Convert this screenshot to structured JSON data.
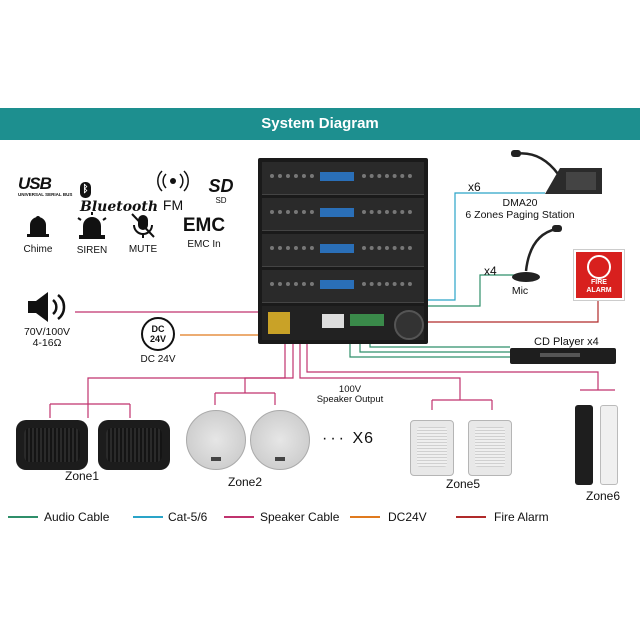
{
  "title": "System Diagram",
  "features": {
    "usb": {
      "main": "USB",
      "sub": "UNIVERSAL SERIAL BUS"
    },
    "bluetooth": "Bluetooth",
    "fm": "FM",
    "sd": {
      "logo": "SD",
      "label": "SD"
    },
    "chime": "Chime",
    "siren": "SIREN",
    "mute": "MUTE",
    "emc": {
      "logo": "EMC",
      "label": "EMC In"
    }
  },
  "speaker_out": {
    "line1": "70V/100V",
    "line2": "4-16Ω"
  },
  "dc": {
    "badge1": "DC",
    "badge2": "24V",
    "label": "DC 24V"
  },
  "paging": {
    "count": "x6",
    "name": "DMA20",
    "desc": "6 Zones Paging Station"
  },
  "mic": {
    "count": "x4",
    "name": "Mic"
  },
  "fire_alarm": {
    "line1": "FIRE",
    "line2": "ALARM"
  },
  "cd_player": "CD Player x4",
  "speaker_output": {
    "line1": "100V",
    "line2": "Speaker Output"
  },
  "zones": {
    "zone1": "Zone1",
    "zone2": "Zone2",
    "x6": "X6",
    "zone5": "Zone5",
    "zone6": "Zone6"
  },
  "legend": [
    {
      "label": "Audio Cable",
      "color": "#2f8f6a"
    },
    {
      "label": "Cat-5/6",
      "color": "#2aa4c8"
    },
    {
      "label": "Speaker Cable",
      "color": "#c0336e"
    },
    {
      "label": "DC24V",
      "color": "#e07a1e"
    },
    {
      "label": "Fire Alarm",
      "color": "#b02a2a"
    }
  ],
  "colors": {
    "banner": "#1d8f8f",
    "audio": "#2f8f6a",
    "cat": "#2aa4c8",
    "speaker": "#c0336e",
    "dc": "#e07a1e",
    "fire": "#b02a2a"
  }
}
